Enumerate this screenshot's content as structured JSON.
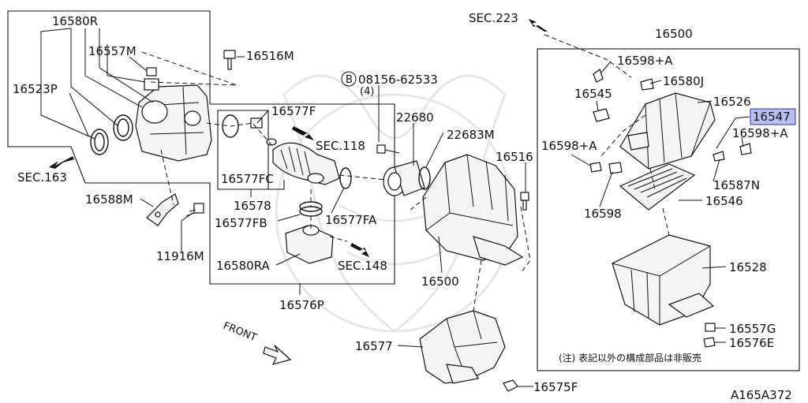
{
  "labels": {
    "p16580R": "16580R",
    "p16557M": "16557M",
    "p16516M": "16516M",
    "p16523P": "16523P",
    "sec163": "SEC.163",
    "p16588M": "16588M",
    "p11916M": "11916M",
    "p16577F": "16577F",
    "sec118": "SEC.118",
    "p16577FC": "16577FC",
    "p16578": "16578",
    "p16577FB": "16577FB",
    "p16577FA": "16577FA",
    "p16580RA": "16580RA",
    "sec148": "SEC.148",
    "p16576P": "16576P",
    "bolt_circle": "B",
    "bolt_part": "08156-62533",
    "bolt_qty": "(4)",
    "p22680": "22680",
    "p22683M": "22683M",
    "p16516": "16516",
    "p16500_center": "16500",
    "sec223": "SEC.223",
    "p16500_box": "16500",
    "p16598A_top": "16598+A",
    "p16580J": "16580J",
    "p16545": "16545",
    "p16526": "16526",
    "p16547": "16547",
    "p16598A_right": "16598+A",
    "p16598A_left": "16598+A",
    "p16587N": "16587N",
    "p16598": "16598",
    "p16546": "16546",
    "p16528": "16528",
    "p16557G": "16557G",
    "p16576E": "16576E",
    "p16577": "16577",
    "p16575F": "16575F",
    "front": "FRONT",
    "note": "(注) 表記以外の構成部品は非販売",
    "diagram_id": "A165A372"
  },
  "colors": {
    "line": "#111111",
    "highlight_fill": "#b8bff0",
    "highlight_border": "#2b35a8",
    "watermark": "#e4e4e4"
  }
}
